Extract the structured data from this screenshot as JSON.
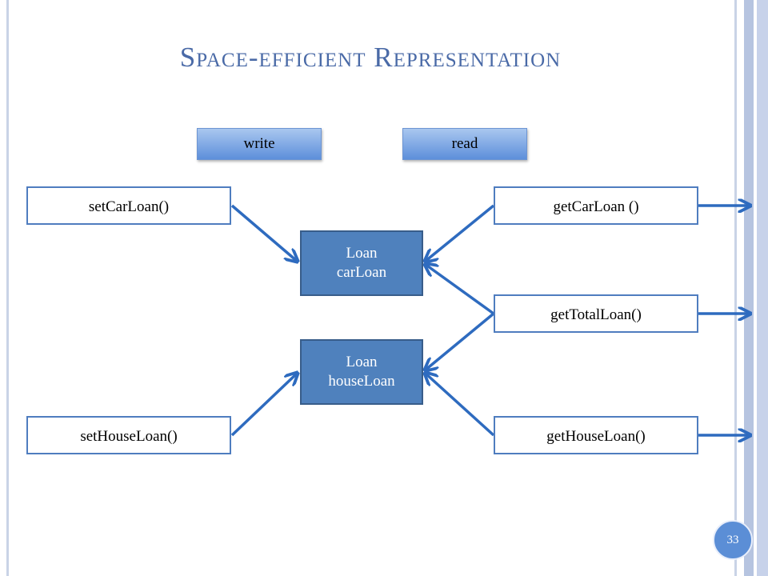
{
  "slide": {
    "title": "Space-efficient Representation",
    "page_number": "33"
  },
  "tags": {
    "write": "write",
    "read": "read"
  },
  "setters": {
    "set_car": "setCarLoan()",
    "set_house": "setHouseLoan()"
  },
  "getters": {
    "get_car": "getCarLoan ()",
    "get_total": "getTotalLoan()",
    "get_house": "getHouseLoan()"
  },
  "stores": {
    "car": {
      "type": "Loan",
      "name": "carLoan"
    },
    "house": {
      "type": "Loan",
      "name": "houseLoan"
    }
  },
  "colors": {
    "arrow": "#2e6bbf",
    "store_fill": "#4f81bd",
    "title": "#4a6aa7"
  }
}
